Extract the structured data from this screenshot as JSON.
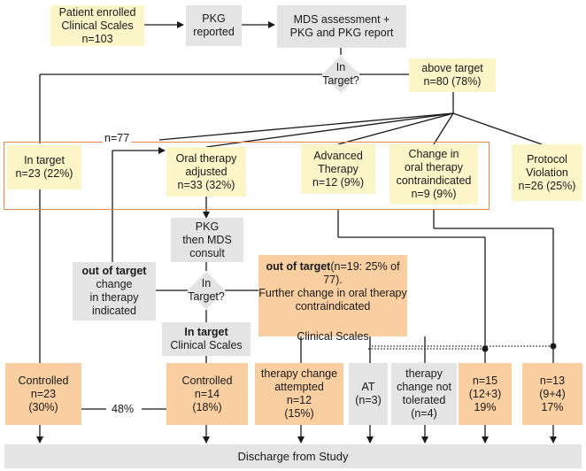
{
  "boxes": {
    "enrolled": {
      "line1": "Patient enrolled",
      "line2": "Clinical Scales",
      "line3": "n=103"
    },
    "pkg_reported": {
      "line1": "PKG",
      "line2": "reported"
    },
    "mds_assessment": {
      "line1": "MDS assessment +",
      "line2": "PKG and PKG report"
    },
    "above_target": {
      "line1": "above target",
      "line2": "n=80 (78%)"
    },
    "in_target": {
      "line1": "In target",
      "line2": "n=23 (22%)"
    },
    "oral_adjusted": {
      "line1": "Oral therapy",
      "line2": "adjusted",
      "line3": "n=33 (32%)"
    },
    "advanced": {
      "line1": "Advanced",
      "line2": "Therapy",
      "line3": "n=12 (9%)"
    },
    "contraindicated": {
      "line1": "Change in",
      "line2": "oral therapy",
      "line3": "contraindicated",
      "line4": "n=9 (9%)"
    },
    "protocol": {
      "line1": "Protocol",
      "line2": "Violation",
      "line3": "n=26 (25%)"
    },
    "pkg_mds": {
      "line1": "PKG",
      "line2": "then MDS",
      "line3": "consult"
    },
    "out_target_change": {
      "line1": "out of target",
      "line2": "change",
      "line3": "in therapy",
      "line4": "indicated"
    },
    "in_target_cs": {
      "line1": "In target",
      "line2": "Clinical Scales"
    },
    "out_target_main": {
      "bold": "out of target",
      "rest": "(n=19: 25% of 77).",
      "line2": "Further change in oral therapy",
      "line3": "contraindicated",
      "line4": "Clinical Scales"
    },
    "controlled1": {
      "line1": "Controlled",
      "line2": "n=23",
      "line3": "(30%)"
    },
    "controlled2": {
      "line1": "Controlled",
      "line2": "n=14",
      "line3": "(18%)"
    },
    "attempted": {
      "line1": "therapy change",
      "line2": "attempted",
      "line3": "n=12",
      "line4": "(15%)"
    },
    "at": {
      "line1": "AT",
      "line2": "(n=3)"
    },
    "not_tolerated": {
      "line1": "therapy",
      "line2": "change not",
      "line3": "tolerated",
      "line4": "(n=4)"
    },
    "n15": {
      "line1": "n=15",
      "line2": "(12+3)",
      "line3": "19%"
    },
    "n13": {
      "line1": "n=13",
      "line2": "(9+4)",
      "line3": "17%"
    },
    "discharge": {
      "label": "Discharge from Study"
    }
  },
  "diamonds": {
    "top": {
      "line1": "In",
      "line2": "Target?"
    },
    "mid": {
      "line1": "In",
      "line2": "Target?"
    }
  },
  "labels": {
    "n77": "n=77",
    "pct48": "48%"
  },
  "colors": {
    "yellow": "#fbf5c8",
    "gray": "#e4e4e4",
    "orange": "#f9cfa2",
    "frame": "#e8874a",
    "line": "#1a1a1a"
  }
}
